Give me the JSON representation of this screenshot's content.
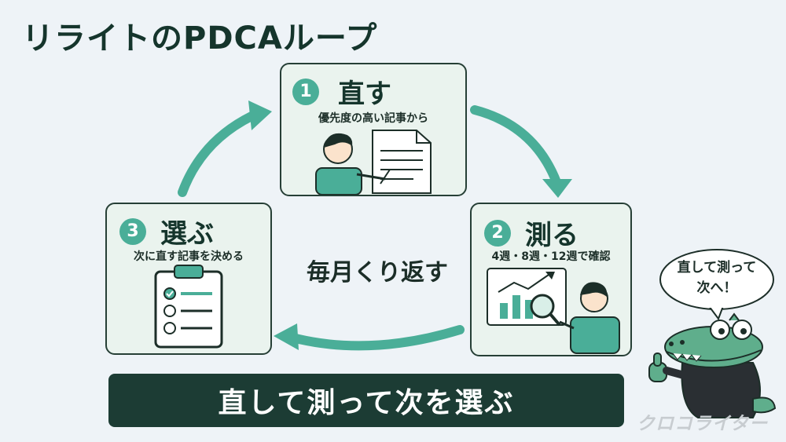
{
  "title": "リライトのPDCAループ",
  "steps": [
    {
      "number": "1",
      "title": "直す",
      "subtitle": "優先度の高い記事から",
      "illustration": "writer-document-icon"
    },
    {
      "number": "2",
      "title": "測る",
      "subtitle": "4週・8週・12週で確認",
      "illustration": "analytics-magnifier-icon"
    },
    {
      "number": "3",
      "title": "選ぶ",
      "subtitle": "次に直す記事を決める",
      "illustration": "clipboard-checklist-icon"
    }
  ],
  "center_label": "毎月くり返す",
  "banner": "直して測って次を選ぶ",
  "speech_bubble": {
    "line1": "直して測って",
    "line2": "次へ！"
  },
  "brand": "クロコライター",
  "colors": {
    "accent": "#4aae98",
    "dark": "#1c3c34",
    "card": "#eaf3ee",
    "background": "#eef3f7"
  }
}
